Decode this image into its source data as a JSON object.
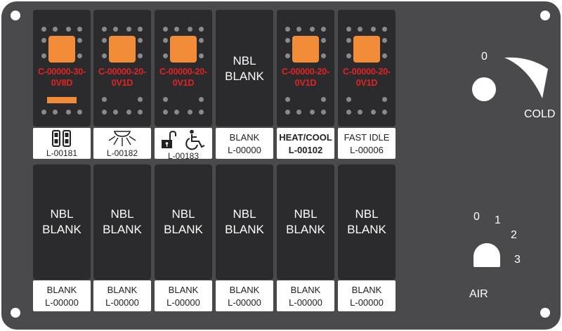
{
  "switches_top": [
    {
      "type": "lamp",
      "code_line1": "C-00000-30-",
      "code_line2": "0V8D",
      "indicator_bar": true
    },
    {
      "type": "lamp",
      "code_line1": "C-00000-20-",
      "code_line2": "0V1D",
      "indicator_bar": false
    },
    {
      "type": "lamp",
      "code_line1": "C-00000-20-",
      "code_line2": "0V1D",
      "indicator_bar": false
    },
    {
      "type": "blank",
      "line1": "NBL",
      "line2": "BLANK"
    },
    {
      "type": "lamp",
      "code_line1": "C-00000-20-",
      "code_line2": "0V1D",
      "indicator_bar": false
    },
    {
      "type": "lamp",
      "code_line1": "C-00000-20-",
      "code_line2": "0V1D",
      "indicator_bar": false
    }
  ],
  "labels_top": [
    {
      "icon": "switch-icon",
      "code": "L-00181"
    },
    {
      "icon": "light-icon",
      "code": "L-00182"
    },
    {
      "icon": "lock-wheelchair-icon",
      "code": "L-00183"
    },
    {
      "line1": "BLANK",
      "code": "L-00000"
    },
    {
      "line1": "HEAT/COOL",
      "code": "L-00102",
      "bold": true
    },
    {
      "line1": "FAST IDLE",
      "code": "L-00006"
    }
  ],
  "switches_bottom": [
    {
      "line1": "NBL",
      "line2": "BLANK"
    },
    {
      "line1": "NBL",
      "line2": "BLANK"
    },
    {
      "line1": "NBL",
      "line2": "BLANK"
    },
    {
      "line1": "NBL",
      "line2": "BLANK"
    },
    {
      "line1": "NBL",
      "line2": "BLANK"
    },
    {
      "line1": "NBL",
      "line2": "BLANK"
    }
  ],
  "labels_bottom": [
    {
      "line1": "BLANK",
      "code": "L-00000"
    },
    {
      "line1": "BLANK",
      "code": "L-00000"
    },
    {
      "line1": "BLANK",
      "code": "L-00000"
    },
    {
      "line1": "BLANK",
      "code": "L-00000"
    },
    {
      "line1": "BLANK",
      "code": "L-00000"
    },
    {
      "line1": "BLANK",
      "code": "L-00000"
    }
  ],
  "temp_knob": {
    "zero_label": "0",
    "label": "COLD"
  },
  "air_knob": {
    "positions": [
      "0",
      "1",
      "2",
      "3"
    ],
    "label": "AIR"
  },
  "colors": {
    "panel": "#4a4a4c",
    "switch": "#2b2b2d",
    "lamp": "#f28c38",
    "code_text": "#e02424"
  }
}
